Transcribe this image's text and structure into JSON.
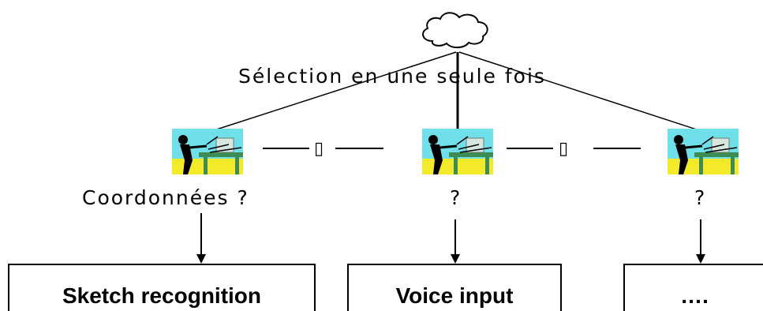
{
  "cloud_label": "Sélection en une seule fois",
  "nodes": [
    {
      "question": "Coordonnées ?"
    },
    {
      "question": "?"
    },
    {
      "question": "?"
    }
  ],
  "separators": [
    "▯",
    "▯"
  ],
  "outputs": [
    {
      "label": "Sketch recognition"
    },
    {
      "label": "Voice input"
    },
    {
      "label": "…."
    }
  ],
  "colors": {
    "screen_bg": "#6fe0ea",
    "desk_yellow": "#f3ea2a",
    "desk_green": "#3c8c54",
    "figure": "#000000"
  },
  "icons": [
    "cloud-icon",
    "person-at-computer-icon"
  ]
}
